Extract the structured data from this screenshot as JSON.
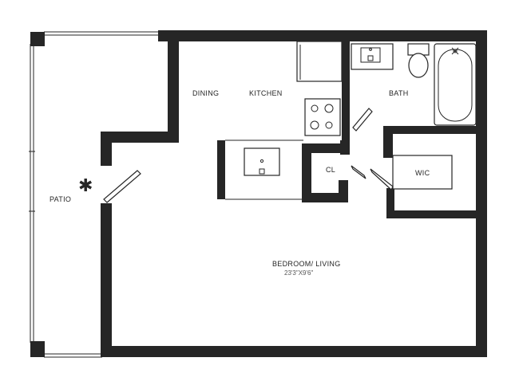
{
  "rooms": {
    "patio": "PATIO",
    "dining": "DINING",
    "kitchen": "KITCHEN",
    "bath": "BATH",
    "closet": "CL",
    "walk_in_closet": "WIC",
    "bedroom_living": "BEDROOM/ LIVING",
    "bedroom_living_dimensions": "23'3\"X9'6\""
  },
  "markers": {
    "entry_icon": "asterisk-icon",
    "entry_glyph": "✱"
  },
  "colors": {
    "wall": "#262626",
    "background": "#ffffff"
  }
}
